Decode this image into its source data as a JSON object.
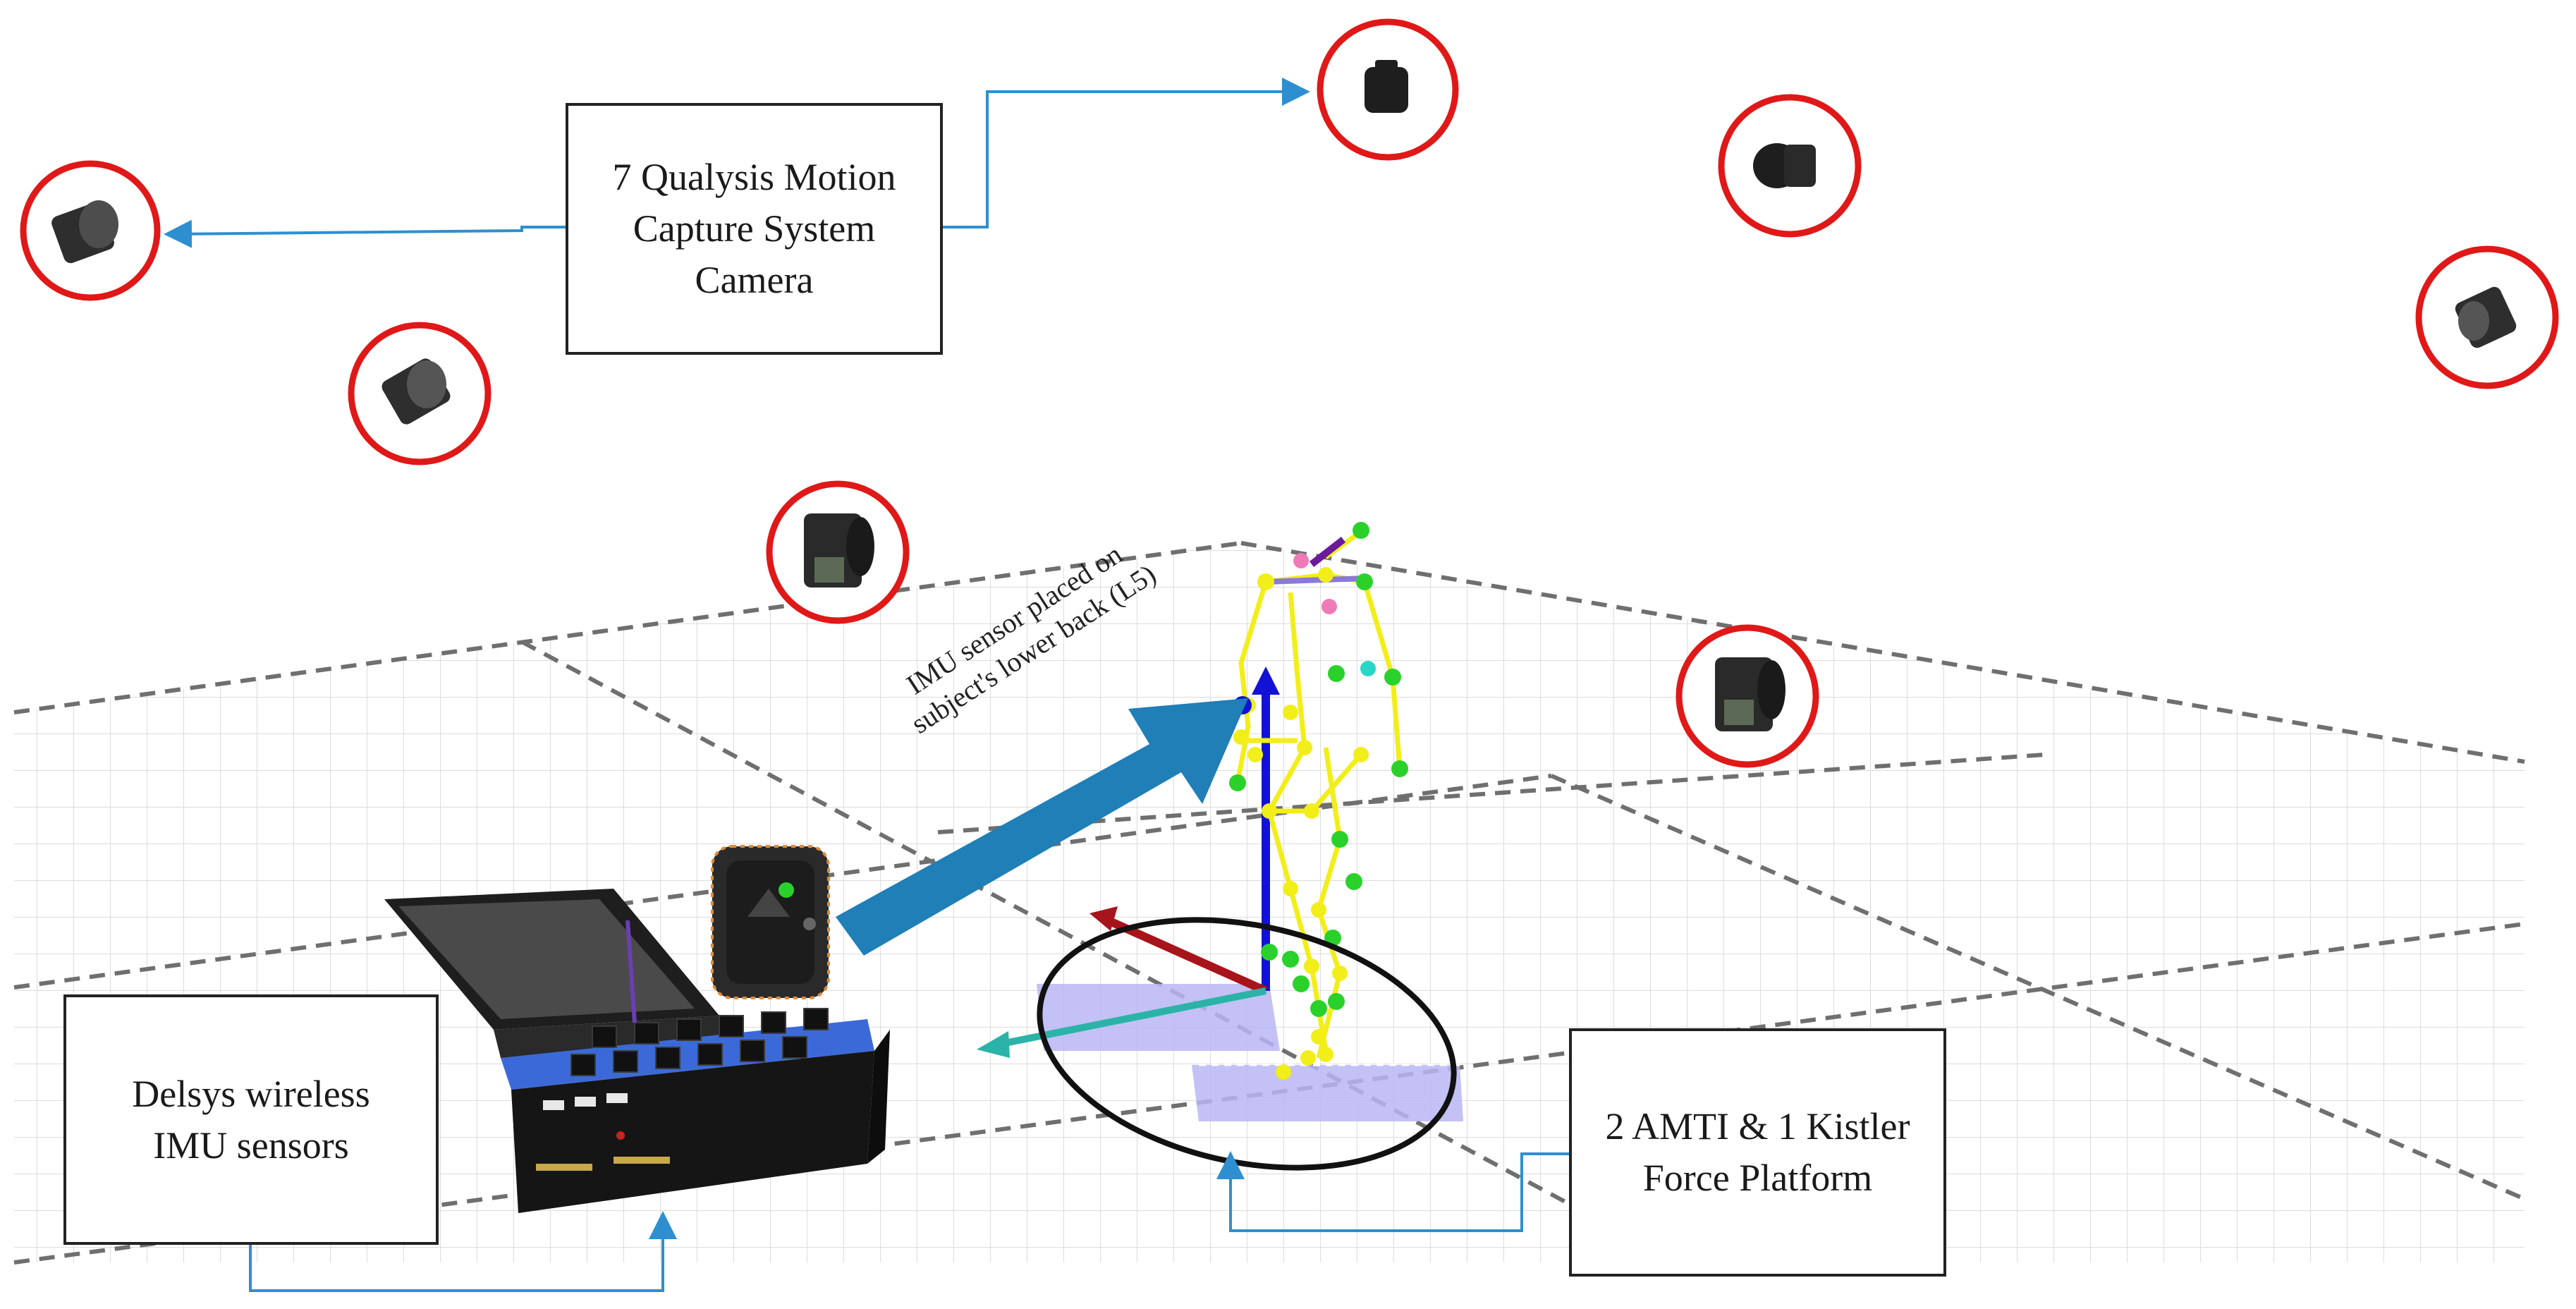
{
  "labels": {
    "cameras": "7 Qualysis Motion\nCapture System\nCamera",
    "delsys": "Delsys wireless\nIMU sensors",
    "force_platform": "2 AMTI & 1 Kistler\nForce Platform",
    "imu_placement": "IMU sensor placed on\nsubject's lower back (L5)"
  },
  "colors": {
    "camera_ring": "#e01818",
    "connector": "#2e8fd0",
    "big_arrow": "#1f7fb6",
    "grid_major": "#777777",
    "grid_minor": "#dddddd",
    "force_plate": "#b9b6f5",
    "marker_yellow": "#f2ee1a",
    "marker_green": "#2bd12b",
    "axis_blue": "#1212d6",
    "axis_red": "#a8141b",
    "axis_cyan": "#2bb3a8"
  },
  "camera_count": 7,
  "icons": [
    "camera-icon",
    "imu-sensor-icon",
    "sensor-case-icon",
    "skeleton-icon"
  ]
}
